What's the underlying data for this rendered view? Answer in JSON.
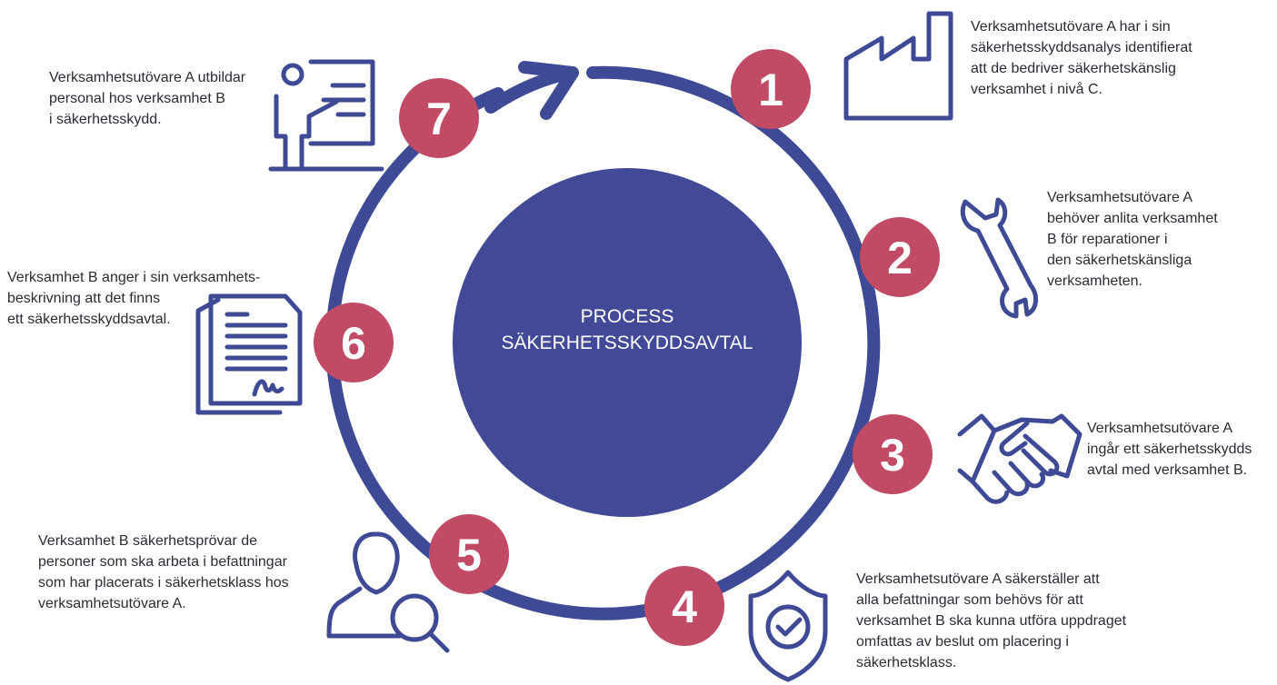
{
  "center": {
    "title": "PROCESS\nSÄKERHETSSKYDDSAVTAL"
  },
  "colors": {
    "ring": "#3f4a96",
    "center": "#424a98",
    "badge": "#c14a64",
    "icon": "#3f4a96",
    "text": "#2b2b33"
  },
  "steps": [
    {
      "number": "1",
      "icon": "factory-icon",
      "text": "Verksamhetsutövare A har i sin\nsäkerhetsskyddsanalys identifierat\natt de bedriver säkerhetskänslig\nverksamhet i nivå C."
    },
    {
      "number": "2",
      "icon": "wrench-icon",
      "text": "Verksamhetsutövare A\nbehöver anlita verksamhet\nB för reparationer i\nden säkerhetskänsliga\nverksamheten."
    },
    {
      "number": "3",
      "icon": "handshake-icon",
      "text": "Verksamhetsutövare A\ningår ett säkerhetsskydds\navtal med verksamhet B."
    },
    {
      "number": "4",
      "icon": "shield-check-icon",
      "text": "Verksamhetsutövare A säkerställer att\nalla befattningar som behövs för att\nverksamhet B ska kunna utföra uppdraget\nomfattas av beslut om placering i\nsäkerhetsklass."
    },
    {
      "number": "5",
      "icon": "person-search-icon",
      "text": "Verksamhet B säkerhetsprövar de\npersoner som ska arbeta i befattningar\nsom har placerats i säkerhetsklass hos\nverksamhetsutövare A."
    },
    {
      "number": "6",
      "icon": "document-icon",
      "text": "Verksamhet B anger i sin verksamhets-\nbeskrivning att det finns\nett säkerhetsskyddsavtal."
    },
    {
      "number": "7",
      "icon": "presentation-icon",
      "text": "Verksamhetsutövare A utbildar\npersonal hos verksamhet B\ni säkerhetsskydd."
    }
  ]
}
